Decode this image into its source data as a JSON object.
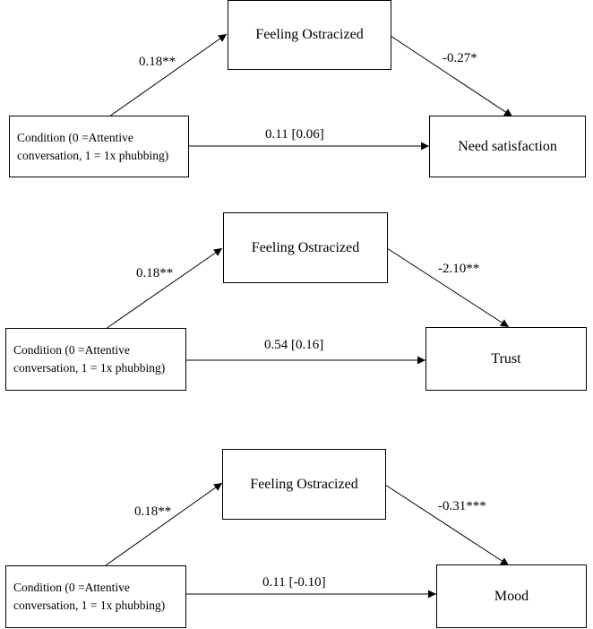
{
  "panels": [
    {
      "condition": {
        "line1": "Condition (0 =Attentive",
        "line2": "conversation, 1 = 1x phubbing)"
      },
      "mediator": "Feeling Ostracized",
      "outcome": "Need satisfaction",
      "a_path": "0.18**",
      "b_path": "-0.27*",
      "c_path": "0.11 [0.06]"
    },
    {
      "condition": {
        "line1": "Condition (0 =Attentive",
        "line2": "conversation, 1 = 1x phubbing)"
      },
      "mediator": "Feeling Ostracized",
      "outcome": "Trust",
      "a_path": "0.18**",
      "b_path": "-2.10**",
      "c_path": "0.54 [0.16]"
    },
    {
      "condition": {
        "line1": "Condition (0 =Attentive",
        "line2": "conversation, 1 = 1x phubbing)"
      },
      "mediator": "Feeling Ostracized",
      "outcome": "Mood",
      "a_path": "0.18**",
      "b_path": "-0.31***",
      "c_path": "0.11 [-0.10]"
    }
  ]
}
